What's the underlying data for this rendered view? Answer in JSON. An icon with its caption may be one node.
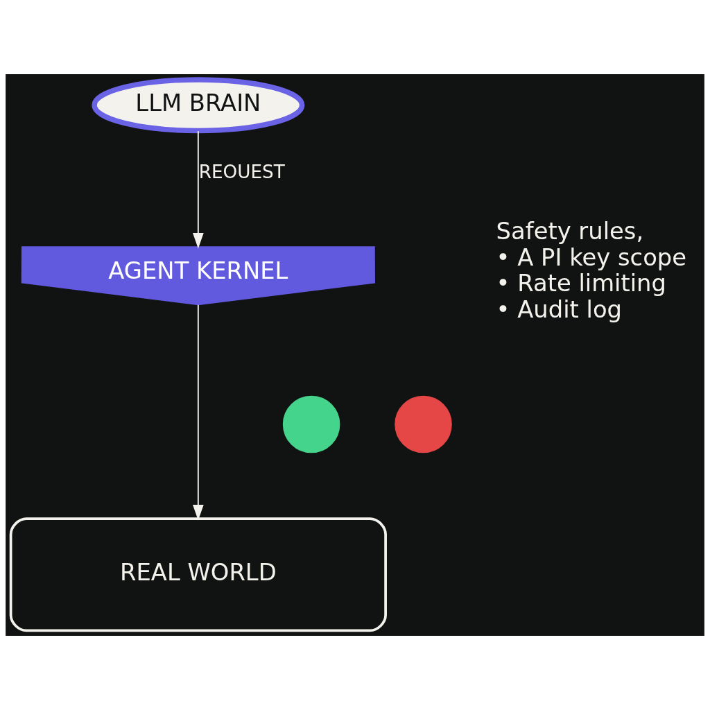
{
  "diagram": {
    "nodes": [
      {
        "text": [
          "LLM BRAIN"
        ]
      },
      {
        "text": [
          "AGENT KERNEL"
        ],
        "beside": [
          "Safety rules,",
          "• A PI key scope",
          "• Rate limiting",
          "• Audit log"
        ]
      },
      {
        "text": [
          "REAL WORLD"
        ]
      },
      {
        "text": [],
        "shape": "circle"
      },
      {
        "text": [],
        "shape": "circle"
      }
    ],
    "edges": [
      {
        "from": 0,
        "to": 1,
        "arrow": "to",
        "label": "REOUEST"
      },
      {
        "from": 1,
        "to": 2,
        "arrow": "to"
      }
    ]
  }
}
